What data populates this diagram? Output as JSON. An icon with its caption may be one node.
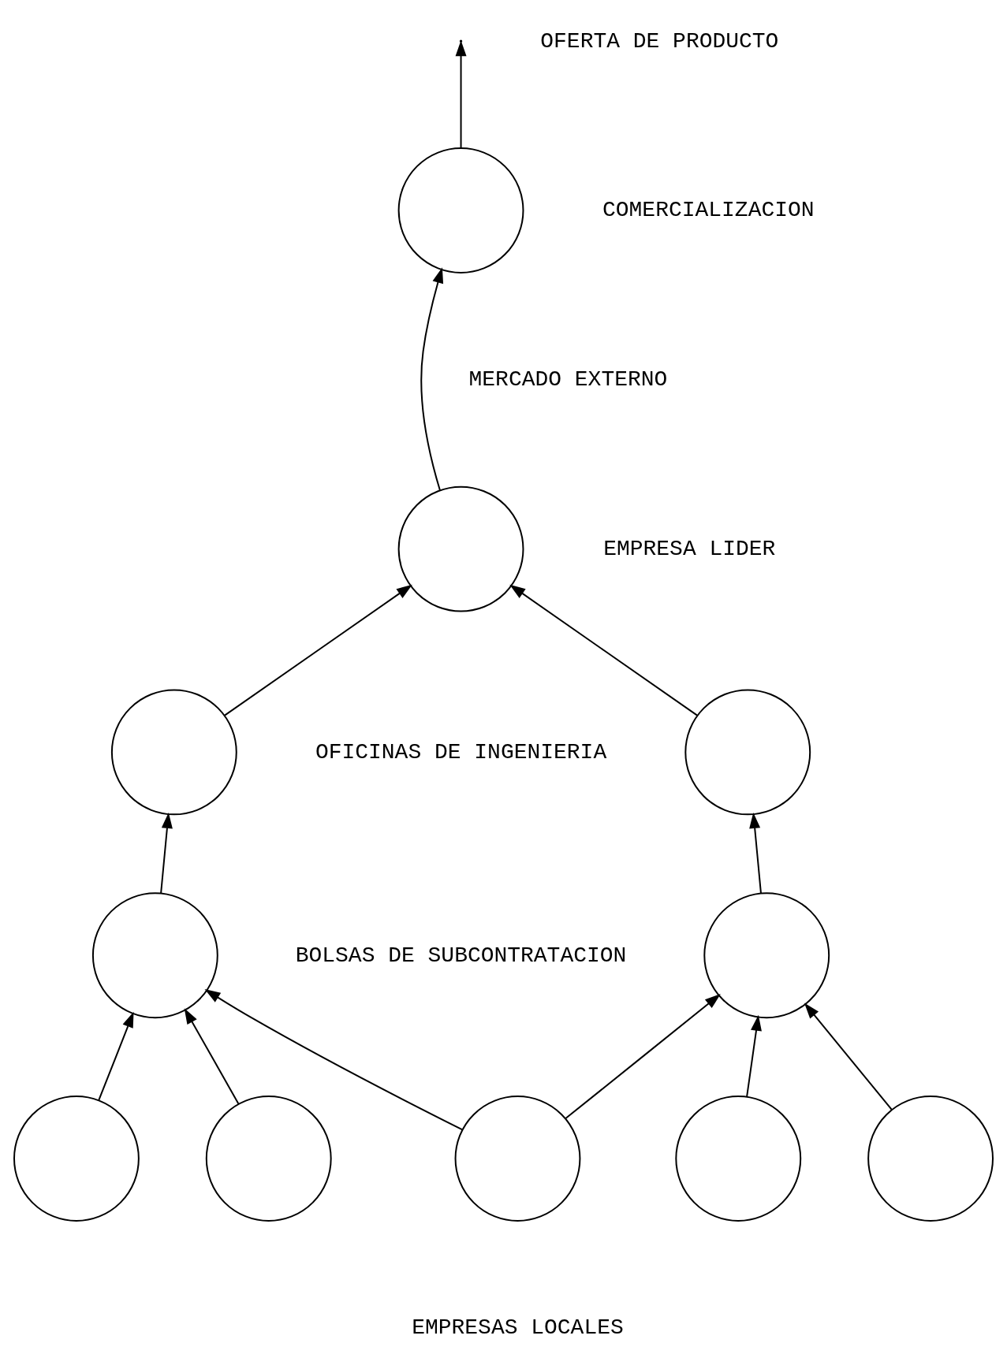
{
  "diagram": {
    "nodes": [
      {
        "text": [],
        "shape": "circle",
        "beside": [
          "COMERCIALIZACION"
        ]
      },
      {
        "text": [],
        "shape": "circle",
        "beside": [
          "EMPRESA LIDER"
        ]
      },
      {
        "text": [],
        "shape": "circle"
      },
      {
        "text": [],
        "shape": "circle"
      },
      {
        "text": [],
        "shape": "circle"
      },
      {
        "text": [],
        "shape": "circle"
      },
      {
        "text": [],
        "shape": "circle"
      },
      {
        "text": [],
        "shape": "circle"
      },
      {
        "text": [],
        "shape": "circle"
      },
      {
        "text": [],
        "shape": "circle"
      },
      {
        "text": [],
        "shape": "circle"
      }
    ],
    "edges": [
      {
        "from": 0,
        "to": null,
        "arrow": "to"
      },
      {
        "from": 1,
        "to": 0,
        "arrow": "to"
      },
      {
        "from": 2,
        "to": 1,
        "arrow": "to"
      },
      {
        "from": 3,
        "to": 1,
        "arrow": "to"
      },
      {
        "from": 4,
        "to": 2,
        "arrow": "to"
      },
      {
        "from": 5,
        "to": 3,
        "arrow": "to"
      },
      {
        "from": 6,
        "to": 4,
        "arrow": "to"
      },
      {
        "from": 7,
        "to": 4,
        "arrow": "to"
      },
      {
        "from": 8,
        "to": 4,
        "arrow": "to"
      },
      {
        "from": 8,
        "to": 5,
        "arrow": "to"
      },
      {
        "from": 9,
        "to": 5,
        "arrow": "to"
      },
      {
        "from": 10,
        "to": 5,
        "arrow": "to"
      }
    ],
    "labels": [
      "OFERTA DE PRODUCTO",
      "MERCADO EXTERNO",
      "OFICINAS DE INGENIERIA",
      "BOLSAS DE SUBCONTRATACION",
      "EMPRESAS LOCALES"
    ]
  }
}
